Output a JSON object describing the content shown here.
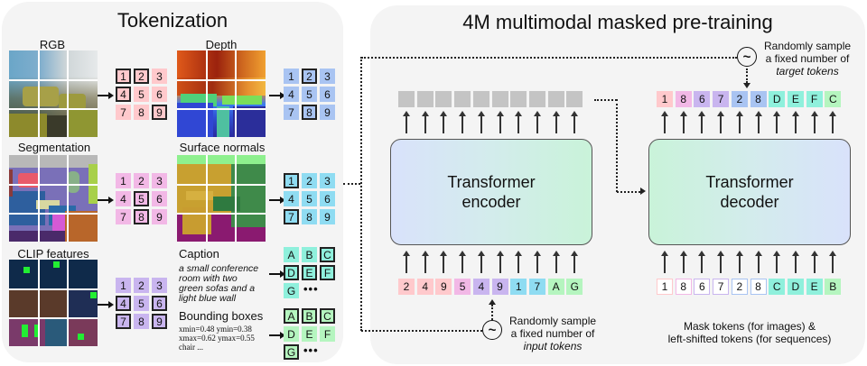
{
  "tokenization": {
    "title": "Tokenization",
    "modalities": [
      {
        "id": "rgb",
        "label": "RGB",
        "token_color": "#ffc9cc",
        "tokens": [
          "1",
          "2",
          "3",
          "4",
          "5",
          "6",
          "7",
          "8",
          "9"
        ],
        "selected": [
          0,
          1,
          3,
          8
        ]
      },
      {
        "id": "depth",
        "label": "Depth",
        "token_color": "#a9c4f2",
        "tokens": [
          "1",
          "2",
          "3",
          "4",
          "5",
          "6",
          "7",
          "8",
          "9"
        ],
        "selected": [
          1,
          7
        ]
      },
      {
        "id": "segmentation",
        "label": "Segmentation",
        "token_color": "#f2b8e6",
        "tokens": [
          "1",
          "2",
          "3",
          "4",
          "5",
          "6",
          "7",
          "8",
          "9"
        ],
        "selected": [
          4,
          7
        ]
      },
      {
        "id": "normals",
        "label": "Surface normals",
        "token_color": "#8fdcf2",
        "tokens": [
          "1",
          "2",
          "3",
          "4",
          "5",
          "6",
          "7",
          "8",
          "9"
        ],
        "selected": [
          0,
          6
        ]
      },
      {
        "id": "clip",
        "label": "CLIP features",
        "token_color": "#c9b5ef",
        "tokens": [
          "1",
          "2",
          "3",
          "4",
          "5",
          "6",
          "7",
          "8",
          "9"
        ],
        "selected": [
          3,
          5,
          6,
          8
        ]
      },
      {
        "id": "caption",
        "label": "Caption",
        "token_color": "#8ff0dc",
        "tokens": [
          "A",
          "B",
          "C",
          "D",
          "E",
          "F",
          "G"
        ],
        "selected": [
          2,
          3,
          4,
          5
        ],
        "text_lines": [
          "a small conference",
          "room with two",
          "green sofas and a",
          "light blue wall"
        ]
      },
      {
        "id": "bbox",
        "label": "Bounding boxes",
        "token_color": "#b5f5bf",
        "tokens": [
          "A",
          "B",
          "C",
          "D",
          "E",
          "F",
          "G"
        ],
        "selected": [
          0,
          1,
          2,
          6
        ],
        "text_lines": [
          "xmin=0.48 ymin=0.38",
          "xmax=0.62 ymax=0.55",
          "chair ..."
        ]
      }
    ],
    "ellipsis": "•••"
  },
  "pretraining": {
    "title": "4M multimodal masked pre-training",
    "encoder_label": [
      "Transformer",
      "encoder"
    ],
    "decoder_label": [
      "Transformer",
      "decoder"
    ],
    "encoder_output_count": 10,
    "encoder_output_color": "#c4c4c4",
    "input_tokens": [
      {
        "t": "2",
        "c": "#ffc9cc"
      },
      {
        "t": "4",
        "c": "#ffc9cc"
      },
      {
        "t": "9",
        "c": "#ffc9cc"
      },
      {
        "t": "5",
        "c": "#f2b8e6"
      },
      {
        "t": "4",
        "c": "#c9b5ef"
      },
      {
        "t": "9",
        "c": "#c9b5ef"
      },
      {
        "t": "1",
        "c": "#8fdcf2"
      },
      {
        "t": "7",
        "c": "#8fdcf2"
      },
      {
        "t": "A",
        "c": "#b5f5bf"
      },
      {
        "t": "G",
        "c": "#b5f5bf"
      }
    ],
    "target_tokens": [
      {
        "t": "1",
        "c": "#ffc9cc"
      },
      {
        "t": "8",
        "c": "#f2b8e6"
      },
      {
        "t": "6",
        "c": "#c9b5ef"
      },
      {
        "t": "7",
        "c": "#c9b5ef"
      },
      {
        "t": "2",
        "c": "#a9c4f2"
      },
      {
        "t": "8",
        "c": "#a9c4f2"
      },
      {
        "t": "D",
        "c": "#8ff0dc"
      },
      {
        "t": "E",
        "c": "#8ff0dc"
      },
      {
        "t": "F",
        "c": "#8ff0dc"
      },
      {
        "t": "C",
        "c": "#b5f5bf"
      }
    ],
    "decoder_inputs": [
      {
        "t": "1",
        "c": "#ffc9cc",
        "mask": true
      },
      {
        "t": "8",
        "c": "#f2b8e6",
        "mask": true
      },
      {
        "t": "6",
        "c": "#c9b5ef",
        "mask": true
      },
      {
        "t": "7",
        "c": "#c9b5ef",
        "mask": true
      },
      {
        "t": "2",
        "c": "#a9c4f2",
        "mask": true
      },
      {
        "t": "8",
        "c": "#a9c4f2",
        "mask": true
      },
      {
        "t": "C",
        "c": "#8ff0dc",
        "mask": false
      },
      {
        "t": "D",
        "c": "#8ff0dc",
        "mask": false
      },
      {
        "t": "E",
        "c": "#8ff0dc",
        "mask": false
      },
      {
        "t": "B",
        "c": "#b5f5bf",
        "mask": false
      }
    ],
    "sample_symbol": "~",
    "target_note": {
      "line1": "Randomly sample",
      "line2": "a fixed number of",
      "line3": "target tokens"
    },
    "input_note": {
      "line1": "Randomly sample",
      "line2": "a fixed number of",
      "line3": "input tokens"
    },
    "mask_note": {
      "line1": "Mask tokens (for images) &",
      "line2": "left-shifted tokens (for sequences)"
    }
  }
}
